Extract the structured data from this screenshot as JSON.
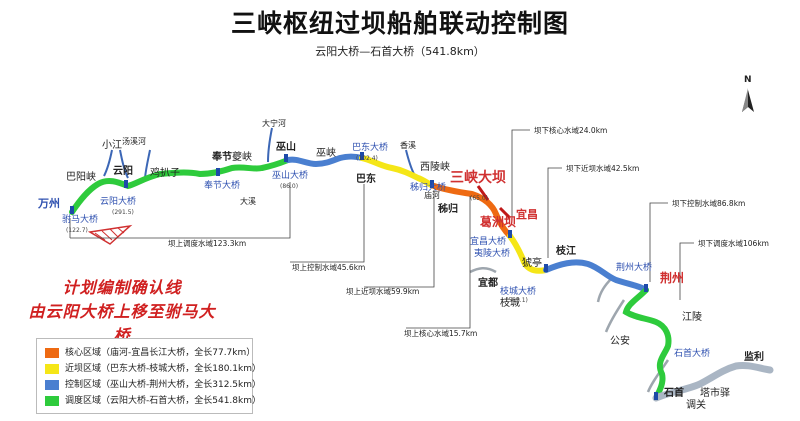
{
  "title": "三峡枢纽过坝船舶联动控制图",
  "subtitle": "云阳大桥—石首大桥（541.8km）",
  "note": [
    "计划编制确认线",
    "由云阳大桥上移至驸马大桥"
  ],
  "colors": {
    "core": "#ee6a12",
    "near": "#f5e617",
    "control": "#4a7fd0",
    "dispatch": "#2ecb3c",
    "upstream_river": "#3c67b6",
    "lower_river": "#aab6c4",
    "grey_river": "#9ea6ae",
    "label_blue": "#2f51b0",
    "label_red": "#d03030"
  },
  "legend": [
    {
      "key": "core",
      "label": "核心区域（庙河-宜昌长江大桥，全长77.7km）"
    },
    {
      "key": "near",
      "label": "近坝区域（巴东大桥-枝城大桥，全长180.1km）"
    },
    {
      "key": "control",
      "label": "控制区域（巫山大桥-荆州大桥，全长312.5km）"
    },
    {
      "key": "dispatch",
      "label": "调度区域（云阳大桥-石首大桥，全长541.8km）"
    }
  ],
  "waters": {
    "up_core": "坝上核心水域15.7km",
    "up_near": "坝上近坝水域59.9km",
    "up_ctrl": "坝上控制水域45.6km",
    "up_disp": "坝上调度水域123.3km",
    "dn_core": "坝下核心水域24.0km",
    "dn_near": "坝下近坝水域42.5km",
    "dn_ctrl": "坝下控制水域86.8km",
    "dn_disp": "坝下调度水域106km"
  },
  "places": {
    "wanzhou": "万州",
    "baiyang": "巴阳峡",
    "xiaojiang": "小江",
    "yunyang": "云阳",
    "tangxi": "汤溪河",
    "jiezi": "鸡扒子",
    "fengjie": "奉节",
    "kuixia": "夔峡",
    "wushan": "巫山",
    "wuxia": "巫峡",
    "daning": "大宁河",
    "badong": "巴东",
    "xiangxi": "香溪",
    "xiling": "西陵峡",
    "zigui": "秭归",
    "miaohe": "庙河",
    "sanxia": "三峡大坝",
    "gezhouba": "葛洲坝",
    "yichang": "宜昌",
    "yidu": "宜都",
    "xiaoting": "猇亭",
    "zhijiang": "枝江",
    "zhicheng": "枝城",
    "jingzhou": "荆州",
    "gongan": "公安",
    "jiangling": "江陵",
    "shishou": "石首",
    "jianli": "监利",
    "tiaoguan": "调关",
    "tashiyi": "塔市驿",
    "daxi": "大溪"
  },
  "bridges": {
    "fuma": "驸马大桥",
    "fuma_km": "(122.7)",
    "yunyang_br": "云阳大桥",
    "yunyang_km": "(291.5)",
    "fengjie_br": "奉节大桥",
    "wushan_br": "巫山大桥",
    "wushan_km": "(86.0)",
    "badong_br": "巴东大桥",
    "badong_km": "(102.4)",
    "zigui_br": "秭归大桥",
    "miaohe_km": "(65.0)",
    "yichang_br": "宜昌大桥",
    "yiling_br": "夷陵大桥",
    "zhicheng_br": "枝城大桥",
    "zhicheng_km": "(555.1)",
    "jingzhou_br": "荆州大桥",
    "shishou_br": "石首大桥"
  },
  "north": "N"
}
